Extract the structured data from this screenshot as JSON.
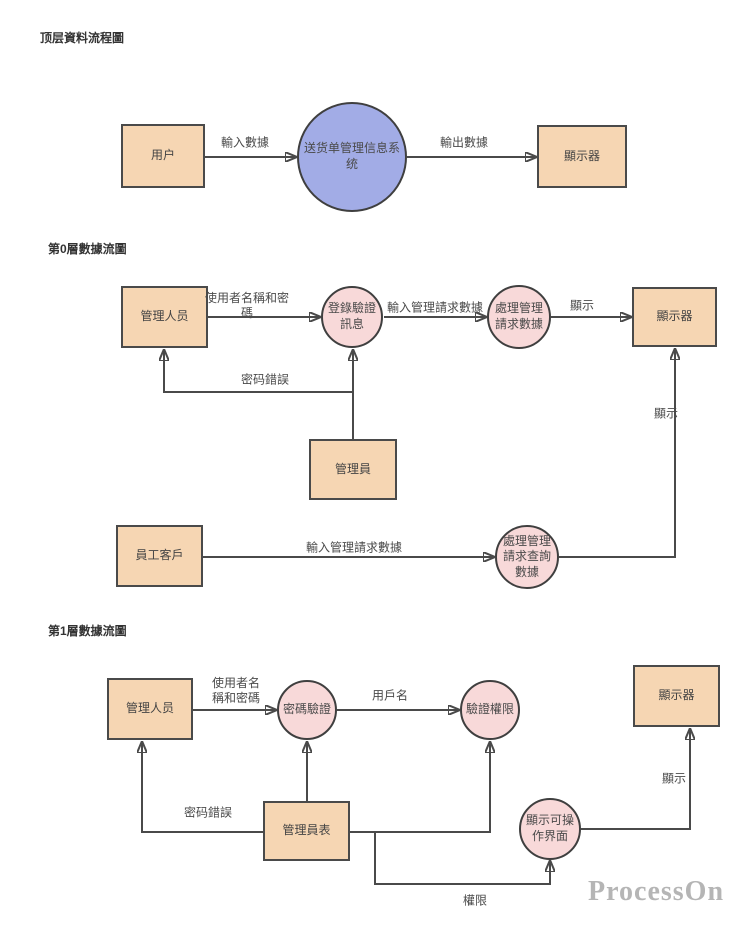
{
  "watermark": "ProcessOn",
  "colors": {
    "entity_fill": "#f6d6b3",
    "process_fill": "#f8d9d9",
    "system_fill": "#a2ace6",
    "stroke": "#4a4a4a",
    "watermark": "#b5b5b5"
  },
  "diagrams": {
    "top": {
      "title": "顶层資料流程圖",
      "entities": {
        "user": "用户",
        "display": "顯示器"
      },
      "process": "送货单管理信息系\n统",
      "flows": {
        "input": "輸入數據",
        "output": "輸出數據"
      }
    },
    "level0": {
      "title": "第0層數據流圖",
      "entities": {
        "admin_staff": "管理人员",
        "display": "顯示器",
        "admin": "管理員",
        "employee_customer": "員工客戶"
      },
      "processes": {
        "login_verify": "登錄驗證\n訊息",
        "handle_request": "處理管理\n請求數據",
        "handle_query": "處理管理\n請求查詢\n數據"
      },
      "flows": {
        "credentials": "使用者名稱和密\n碼",
        "input_request": "輸入管理請求數據",
        "show_top": "顯示",
        "password_error": "密码錯誤",
        "input_request_query": "輸入管理請求數據",
        "show_query": "顯示"
      }
    },
    "level1": {
      "title": "第1層數據流圖",
      "entities": {
        "admin_staff": "管理人员",
        "display": "顯示器",
        "admin_table": "管理員表"
      },
      "processes": {
        "pwd_verify": "密碼驗證",
        "verify_perm": "驗證權限",
        "show_ui": "顯示可操\n作界面"
      },
      "flows": {
        "credentials": "使用者名\n稱和密碼",
        "username": "用戶名",
        "password_error": "密码錯誤",
        "permission": "權限",
        "show": "顯示"
      }
    }
  }
}
